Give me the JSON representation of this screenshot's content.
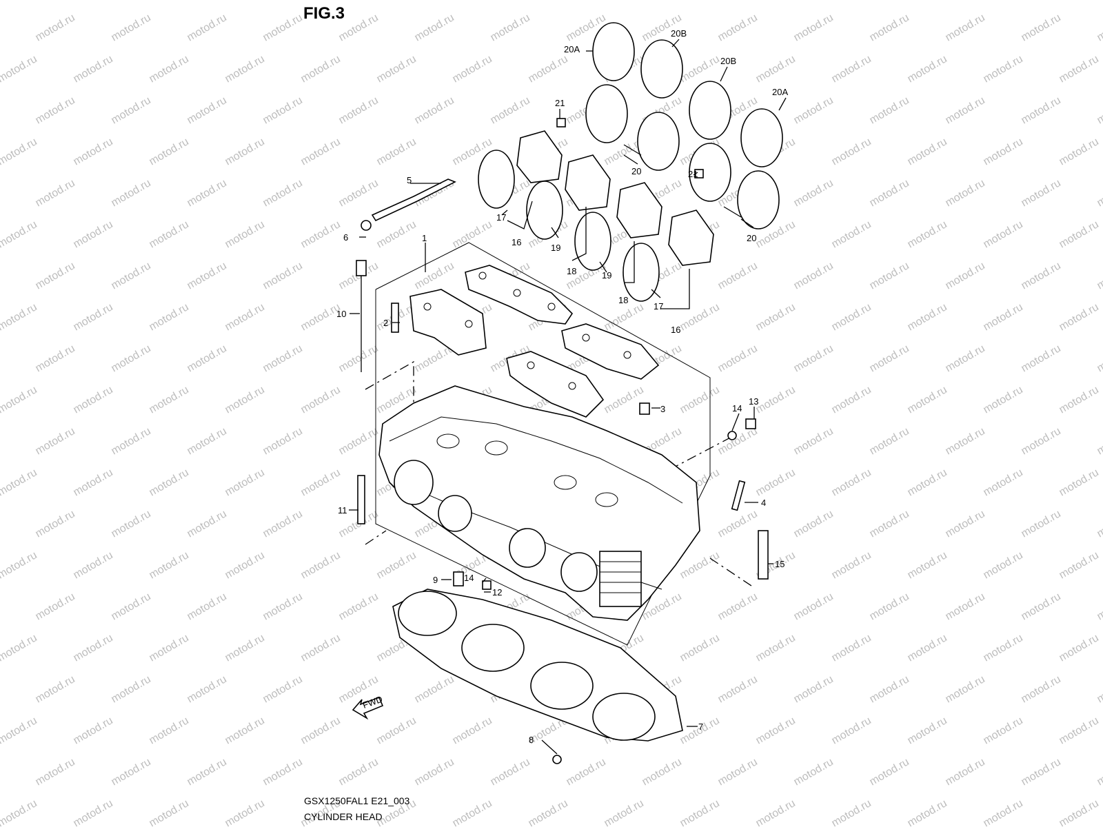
{
  "figure": {
    "title": "FIG.3",
    "model_code": "GSX1250FAL1 E21_003",
    "caption": "CYLINDER HEAD",
    "watermark": "motod.ru",
    "fwd_label": "FWD"
  },
  "callouts": [
    "1",
    "2",
    "3",
    "4",
    "5",
    "6",
    "7",
    "8",
    "9",
    "10",
    "11",
    "12",
    "13",
    "14",
    "14",
    "15",
    "16",
    "16",
    "17",
    "17",
    "18",
    "18",
    "19",
    "19",
    "20",
    "20",
    "20A",
    "20A",
    "20B",
    "20B",
    "21",
    "21"
  ],
  "colors": {
    "ink": "#000000",
    "watermark": "#bdbdbd",
    "background": "#ffffff"
  }
}
